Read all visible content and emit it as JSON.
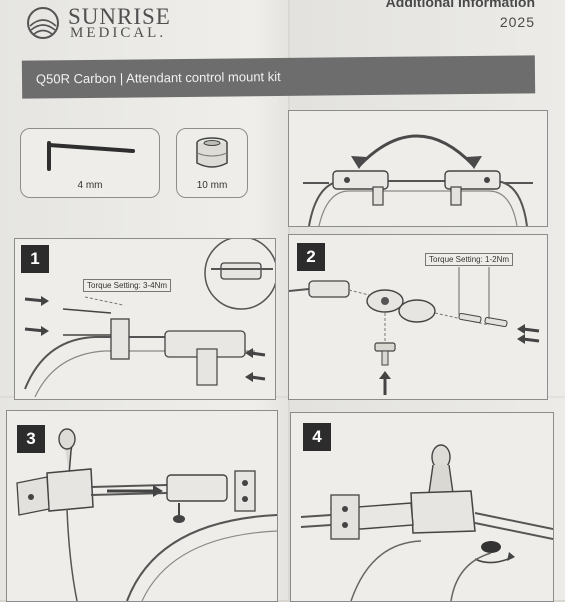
{
  "header": {
    "brand_line1": "SUNRISE",
    "brand_line2": "MEDICAL.",
    "doc_title": "Additional Information",
    "year": "2025"
  },
  "product": {
    "title": "Q50R Carbon | Attendant control mount kit"
  },
  "tools": [
    {
      "label": "4 mm",
      "icon": "allen-key-icon"
    },
    {
      "label": "10 mm",
      "icon": "socket-icon"
    }
  ],
  "steps": [
    {
      "number": "1",
      "torque": "Torque Setting: 3-4Nm"
    },
    {
      "number": "2",
      "torque": "Torque Setting: 1-2Nm"
    },
    {
      "number": "3"
    },
    {
      "number": "4"
    }
  ],
  "colors": {
    "title_bar": "#6d6d6d",
    "step_badge": "#2c2c2c",
    "line_art": "#555555"
  }
}
